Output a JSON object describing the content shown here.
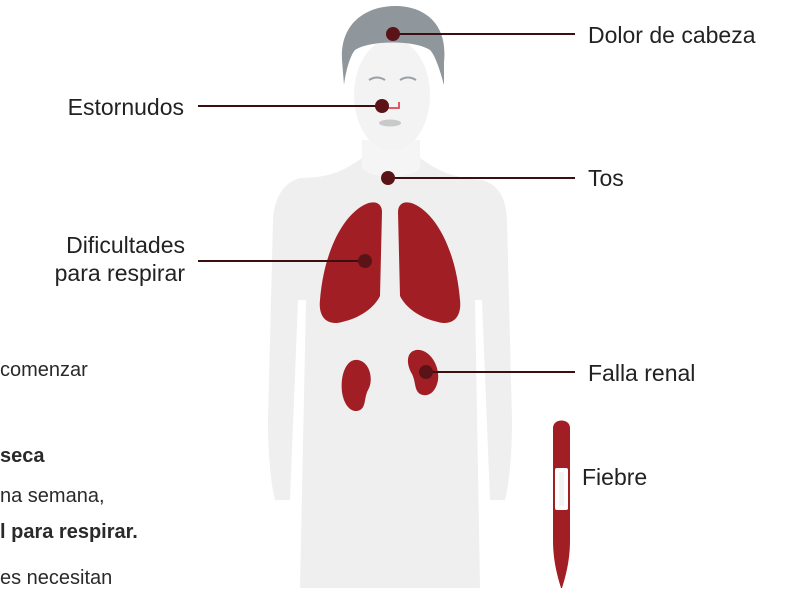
{
  "labels": {
    "headache": "Dolor de cabeza",
    "sneezing": "Estornudos",
    "cough": "Tos",
    "breathing_line1": "Dificultades",
    "breathing_line2": "para respirar",
    "kidney": "Falla renal",
    "fever": "Fiebre"
  },
  "cut_text": {
    "line1": "comenzar",
    "line2": "seca",
    "line3": "na semana,",
    "line4": "l para respirar.",
    "line5": "es necesitan"
  },
  "colors": {
    "organ": "#a11f24",
    "marker": "#5a1418",
    "line": "#3a0f12",
    "silhouette": "#eeeeee",
    "hair": "#8f969c",
    "text": "#222222"
  }
}
